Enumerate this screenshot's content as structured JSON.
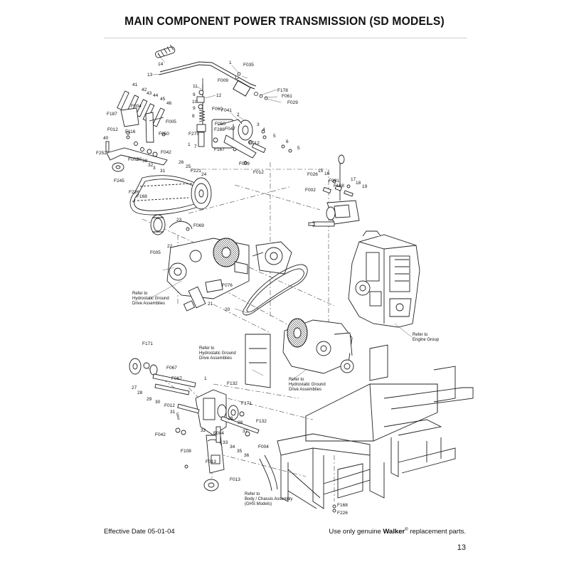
{
  "page": {
    "title": "MAIN COMPONENT POWER TRANSMISSION (SD MODELS)",
    "effective_date": "Effective Date 05-01-04",
    "footer_prefix": "Use only genuine",
    "brand": "Walker",
    "registered_mark": "®",
    "footer_suffix": "replacement parts.",
    "page_number": "13"
  },
  "references": [
    {
      "id": "hydro-upper",
      "lines": [
        "Refer to",
        "Hydrostatic Ground",
        "Drive Assemblies"
      ]
    },
    {
      "id": "hydro-mid",
      "lines": [
        "Refer to",
        "Hydrostatic Ground",
        "Drive Assemblies"
      ]
    },
    {
      "id": "hydro-lower",
      "lines": [
        "Refer to",
        "Hydrostatic Ground",
        "Drive Assemblies"
      ]
    },
    {
      "id": "engine",
      "lines": [
        "Refer to",
        "Engine Group"
      ]
    },
    {
      "id": "body",
      "lines": [
        "Refer to",
        "Body / Chassis Assembly",
        "(GHS Models)"
      ]
    }
  ],
  "callouts": [
    "14",
    "13",
    "1",
    "F035",
    "F009",
    "F178",
    "F061",
    "F029",
    "11",
    "9",
    "12",
    "10",
    "9",
    "F060",
    "F041",
    "2",
    "3",
    "4",
    "8",
    "F050",
    "F288",
    "F047",
    "F275",
    "1",
    "7",
    "F167",
    "F012",
    "6",
    "5",
    "5",
    "F009",
    "F012",
    "41",
    "42",
    "43",
    "44",
    "45",
    "46",
    "F187",
    "F004",
    "F005",
    "F050",
    "F012",
    "F116",
    "40",
    "F252",
    "F002",
    "30",
    "38",
    "32",
    "3",
    "F042",
    "26",
    "25",
    "F221",
    "24",
    "31",
    "F245",
    "F226",
    "F168",
    "F026",
    "15",
    "16",
    "F091",
    "F168",
    "17",
    "18",
    "19",
    "F002",
    "23",
    "F069",
    "22",
    "F005",
    "F076",
    "21",
    "20",
    "F171",
    "F067",
    "F067",
    "27",
    "28",
    "29",
    "30",
    "1",
    "F132",
    "F012",
    "F171",
    "5",
    "28",
    "28",
    "31",
    "F132",
    "5",
    "37",
    "F042",
    "32",
    "F004",
    "33",
    "F004",
    "34",
    "F108",
    "35",
    "36",
    "F013",
    "F013",
    "F168",
    "F226"
  ]
}
